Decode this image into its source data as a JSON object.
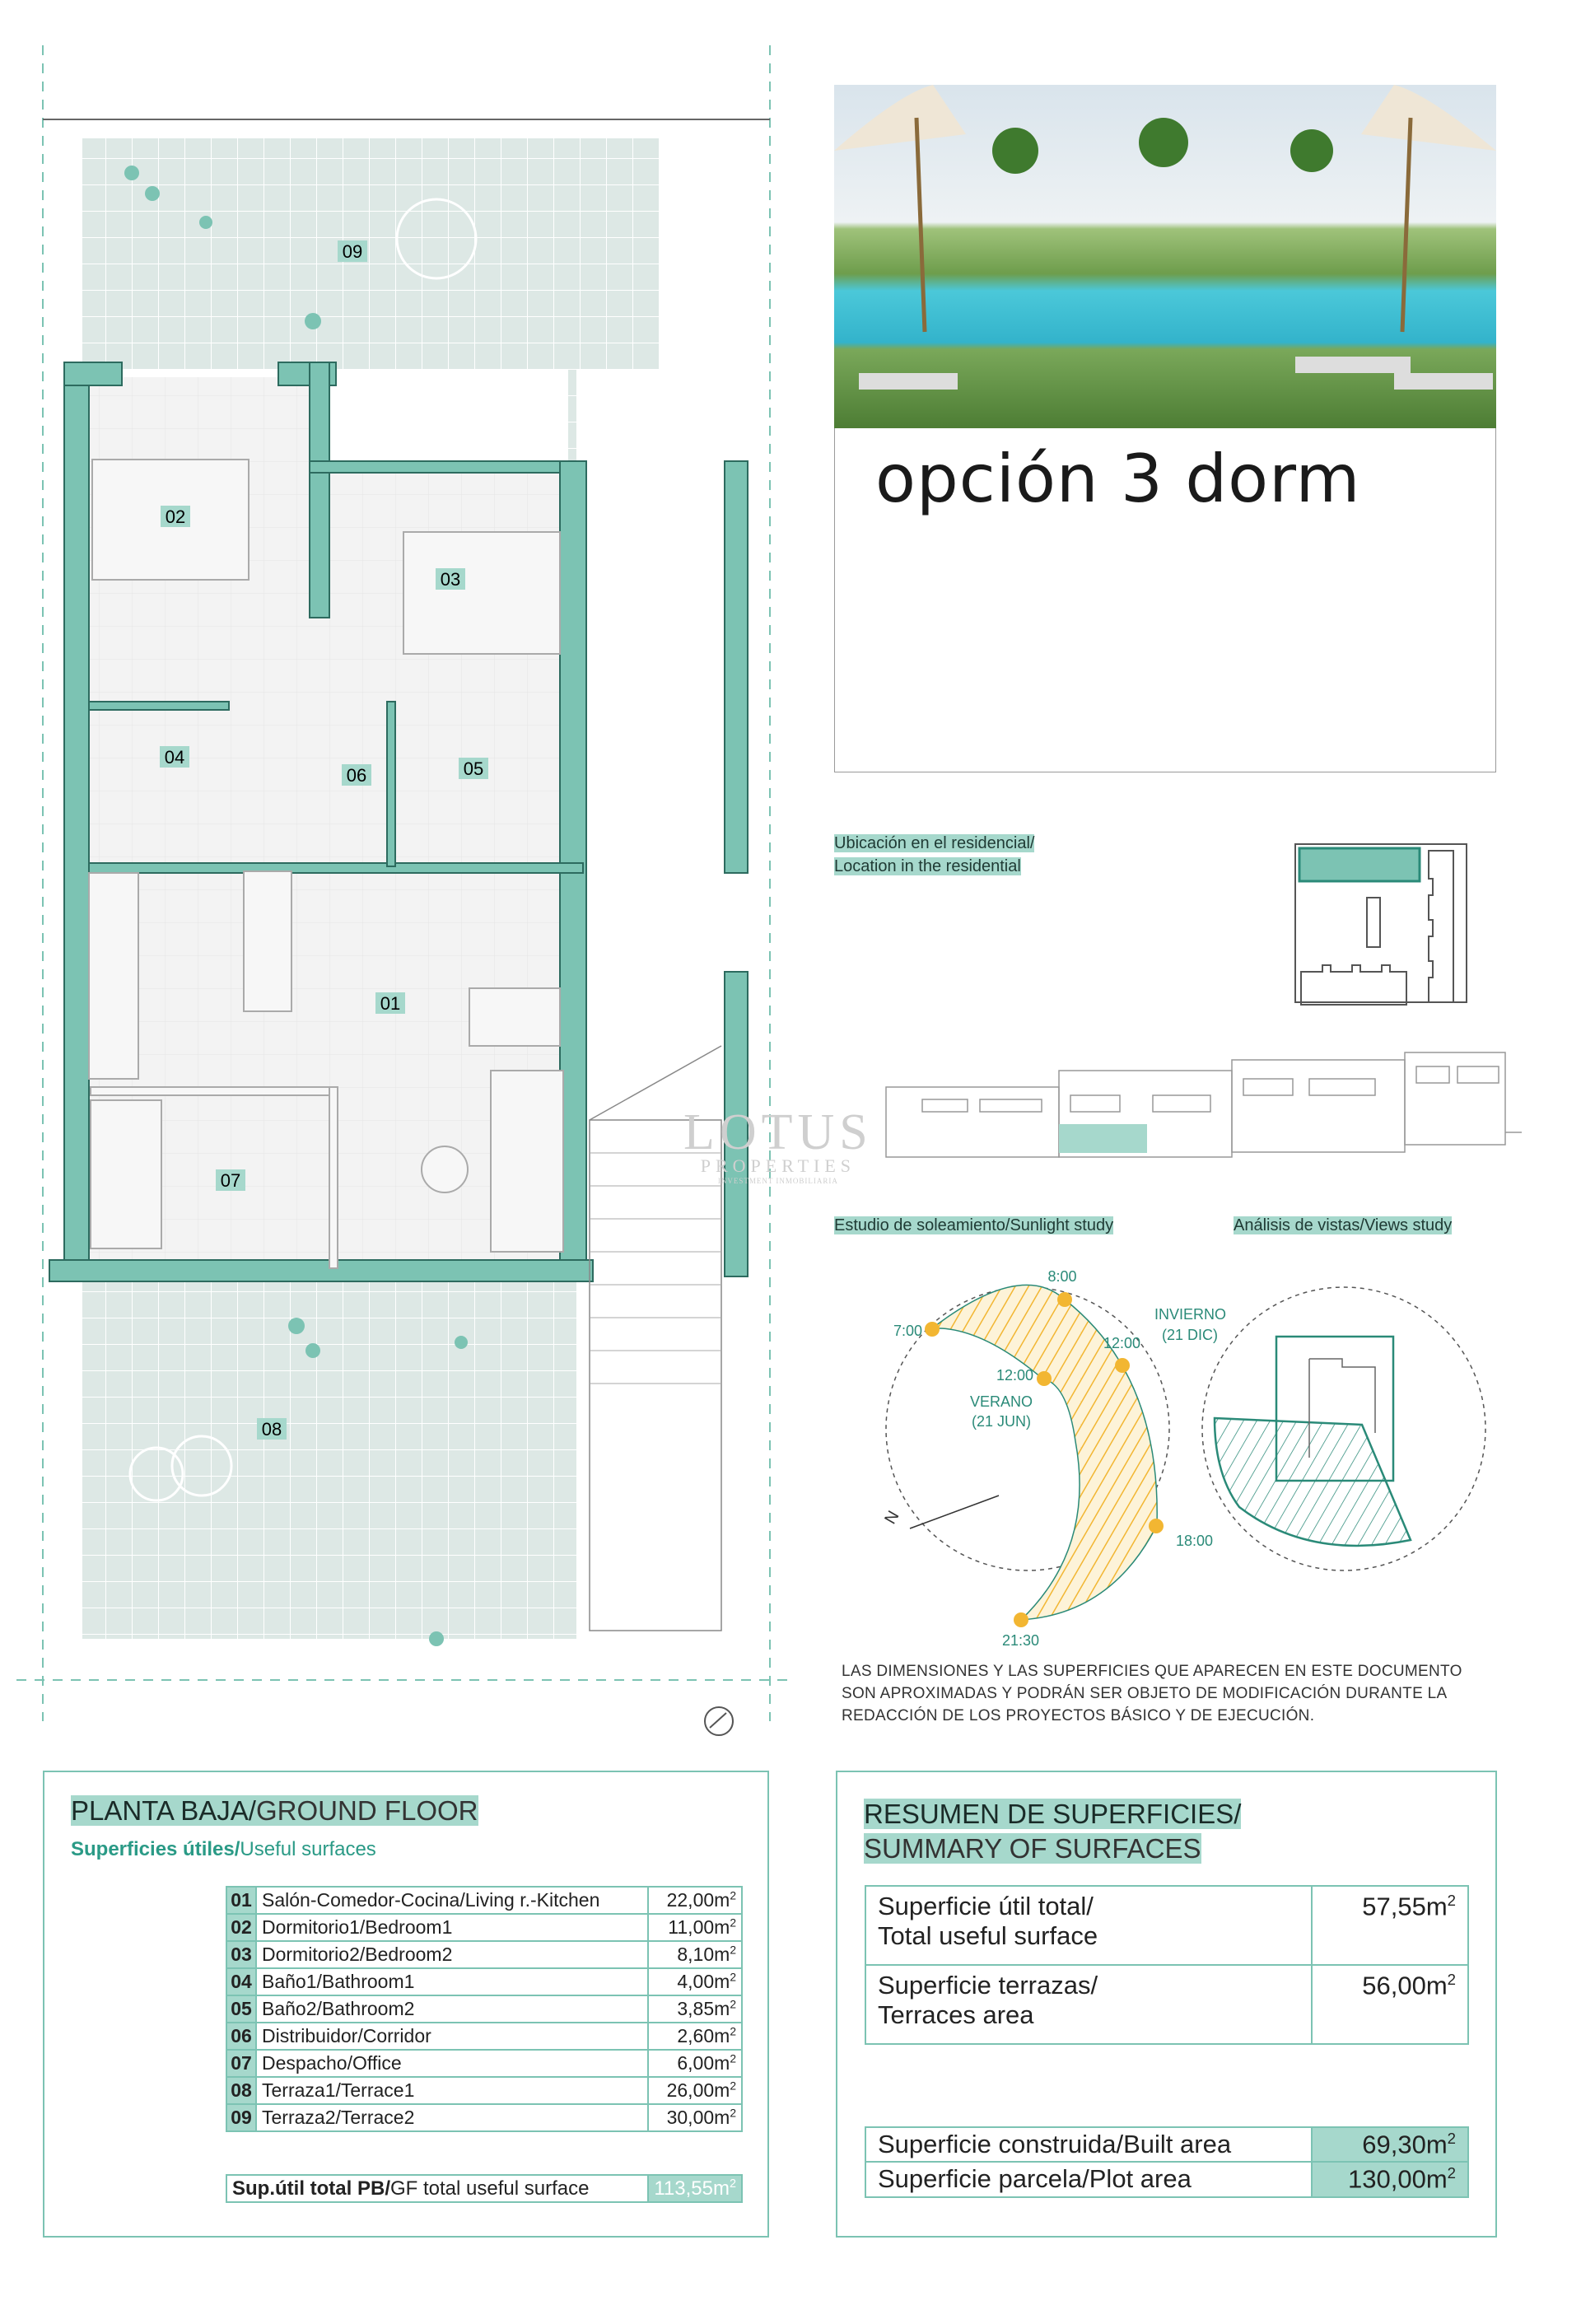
{
  "plan": {
    "room_labels": [
      "01",
      "02",
      "03",
      "04",
      "05",
      "06",
      "07",
      "08",
      "09"
    ]
  },
  "hero": {
    "title": "opción 3 dorm"
  },
  "location": {
    "label_es": "Ubicación en el residencial/",
    "label_en": "Location in the residential"
  },
  "watermark": {
    "brand": "LOTUS",
    "sub": "PROPERTIES",
    "tag": "INVESTMENT INMOBILIARIA"
  },
  "sunlight": {
    "label": "Estudio de soleamiento/Sunlight study",
    "times": [
      "8:00",
      "7:00",
      "12:00",
      "12:00",
      "18:00",
      "21:30"
    ],
    "winter": "INVIERNO",
    "winter_date": "(21 DIC)",
    "summer": "VERANO",
    "summer_date": "(21 JUN)",
    "north": "N"
  },
  "views": {
    "label": "Análisis de vistas/Views study"
  },
  "disclaimer": "LAS DIMENSIONES Y LAS SUPERFICIES QUE APARECEN EN ESTE DOCUMENTO SON APROXIMADAS Y PODRÁN SER OBJETO DE MODIFICACIÓN DURANTE LA REDACCIÓN DE LOS PROYECTOS BÁSICO Y DE EJECUCIÓN.",
  "ground_floor": {
    "title_es": "PLANTA BAJA/",
    "title_en": "GROUND FLOOR",
    "subtitle_es": "Superficies útiles/",
    "subtitle_en": "Useful surfaces",
    "rooms": [
      {
        "num": "01",
        "name": "Salón-Comedor-Cocina/Living r.-Kitchen",
        "area": "22,00m"
      },
      {
        "num": "02",
        "name": "Dormitorio1/Bedroom1",
        "area": "11,00m"
      },
      {
        "num": "03",
        "name": "Dormitorio2/Bedroom2",
        "area": "8,10m"
      },
      {
        "num": "04",
        "name": "Baño1/Bathroom1",
        "area": "4,00m"
      },
      {
        "num": "05",
        "name": "Baño2/Bathroom2",
        "area": "3,85m"
      },
      {
        "num": "06",
        "name": "Distribuidor/Corridor",
        "area": "2,60m"
      },
      {
        "num": "07",
        "name": "Despacho/Office",
        "area": "6,00m"
      },
      {
        "num": "08",
        "name": "Terraza1/Terrace1",
        "area": "26,00m"
      },
      {
        "num": "09",
        "name": "Terraza2/Terrace2",
        "area": "30,00m"
      }
    ],
    "unit_exp": "2",
    "total_es": "Sup.útil total PB/",
    "total_en": "GF total useful surface",
    "total_value": "113,55m"
  },
  "summary": {
    "title_es": "RESUMEN DE SUPERFICIES/",
    "title_en": "SUMMARY OF SURFACES",
    "useful_es": "Superficie útil total/",
    "useful_en": "Total useful surface",
    "useful_value": "57,55m",
    "terraces_es": "Superficie terrazas/",
    "terraces_en": "Terraces area",
    "terraces_value": "56,00m",
    "built": "Superficie construida/Built area",
    "built_value": "69,30m",
    "plot": "Superficie parcela/Plot area",
    "plot_value": "130,00m"
  },
  "colors": {
    "accent": "#7cc3b3",
    "highlight": "#a6d8cc",
    "sun": "#f2b632",
    "terrace": "#dfe9e6"
  }
}
